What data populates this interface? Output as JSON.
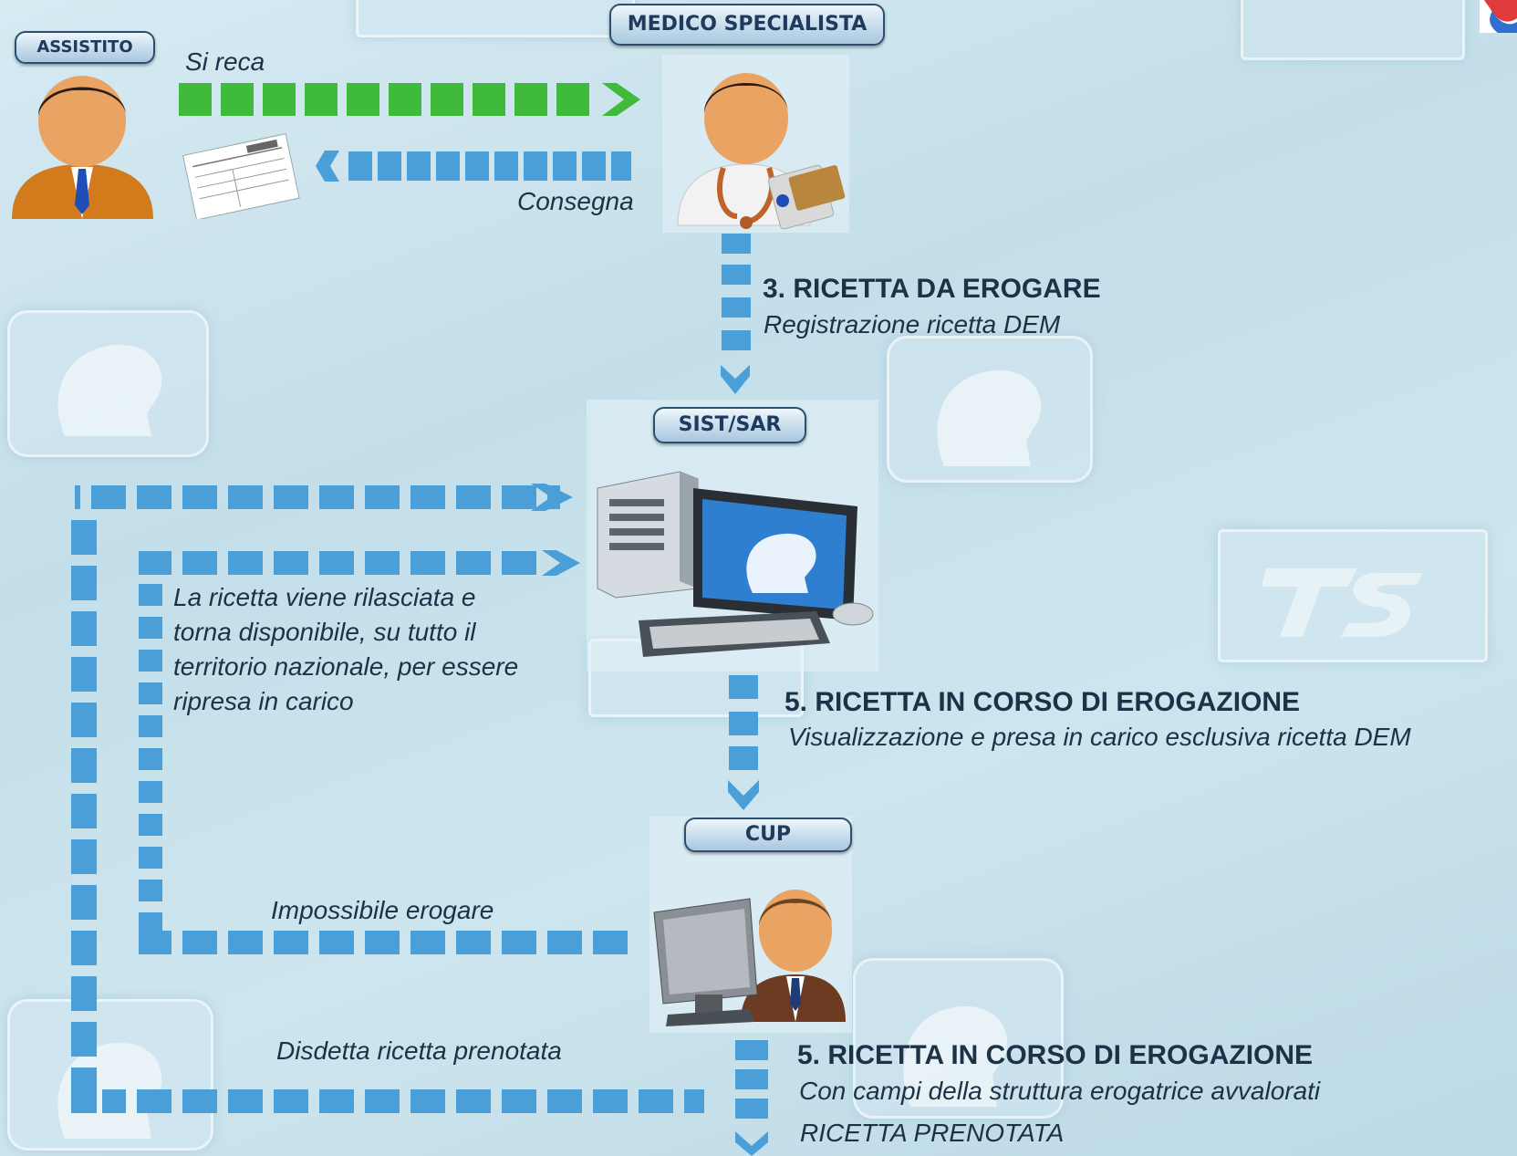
{
  "colors": {
    "blue_arrow": "#4a9fd8",
    "green_arrow": "#3fba3a",
    "text": "#1d3147"
  },
  "actors": {
    "assistito": {
      "tag": "ASSISTITO",
      "icon": "patient-person-icon"
    },
    "medico": {
      "tag": "MEDICO SPECIALISTA",
      "icon": "doctor-icon"
    },
    "sist": {
      "tag": "SIST/SAR",
      "icon": "computer-workstation-icon"
    },
    "cup": {
      "tag": "CUP",
      "icon": "operator-at-computer-icon"
    }
  },
  "flows": {
    "si_reca": "Si reca",
    "consegna": "Consegna",
    "impossibile": "Impossibile erogare",
    "disdetta": "Disdetta ricetta prenotata"
  },
  "steps": {
    "s3": {
      "title": "3. RICETTA DA EROGARE",
      "sub": "Registrazione ricetta DEM"
    },
    "s5a": {
      "title": "5. RICETTA IN CORSO DI EROGAZIONE",
      "sub": "Visualizzazione e presa in carico esclusiva ricetta DEM"
    },
    "s5b": {
      "title": "5. RICETTA IN CORSO DI EROGAZIONE",
      "sub": "Con campi della struttura erogatrice avvalorati",
      "extra": "RICETTA PRENOTATA"
    }
  },
  "note": {
    "line1": "La ricetta viene rilasciata e",
    "line2": "torna disponibile, su tutto il",
    "line3": "territorio nazionale, per essere",
    "line4": "ripresa in carico"
  }
}
